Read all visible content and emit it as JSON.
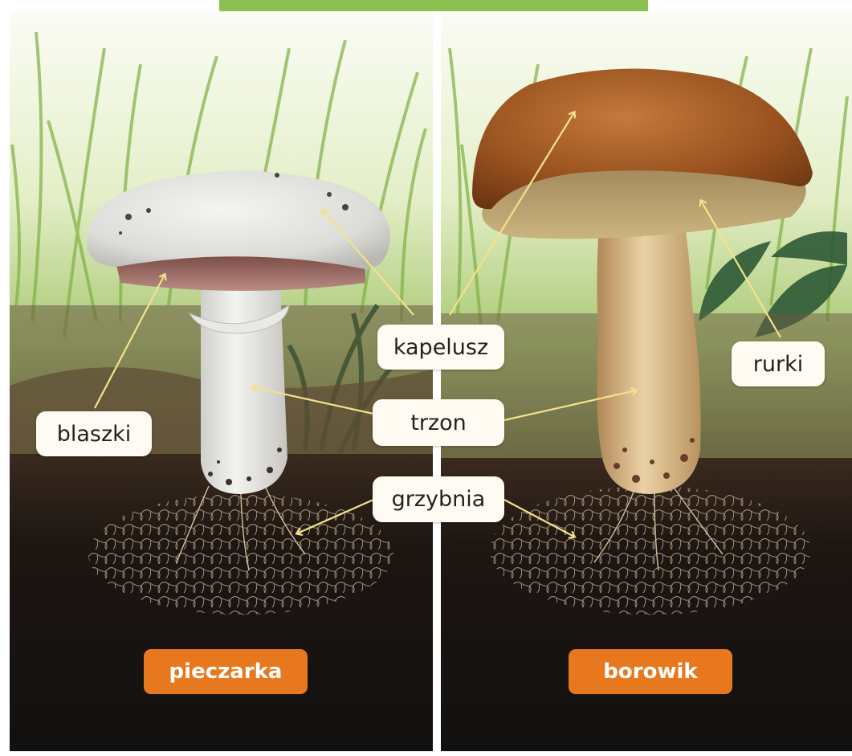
{
  "labels": {
    "kapelusz": "kapelusz",
    "trzon": "trzon",
    "grzybnia": "grzybnia",
    "blaszki": "blaszki",
    "rurki": "rurki"
  },
  "names": {
    "left": "pieczarka",
    "right": "borowik"
  },
  "colors": {
    "header_bar": "#8cc152",
    "arrow": "#f4e28a",
    "name_badge": "#e8781d",
    "label_bg": "#fffbf2"
  }
}
